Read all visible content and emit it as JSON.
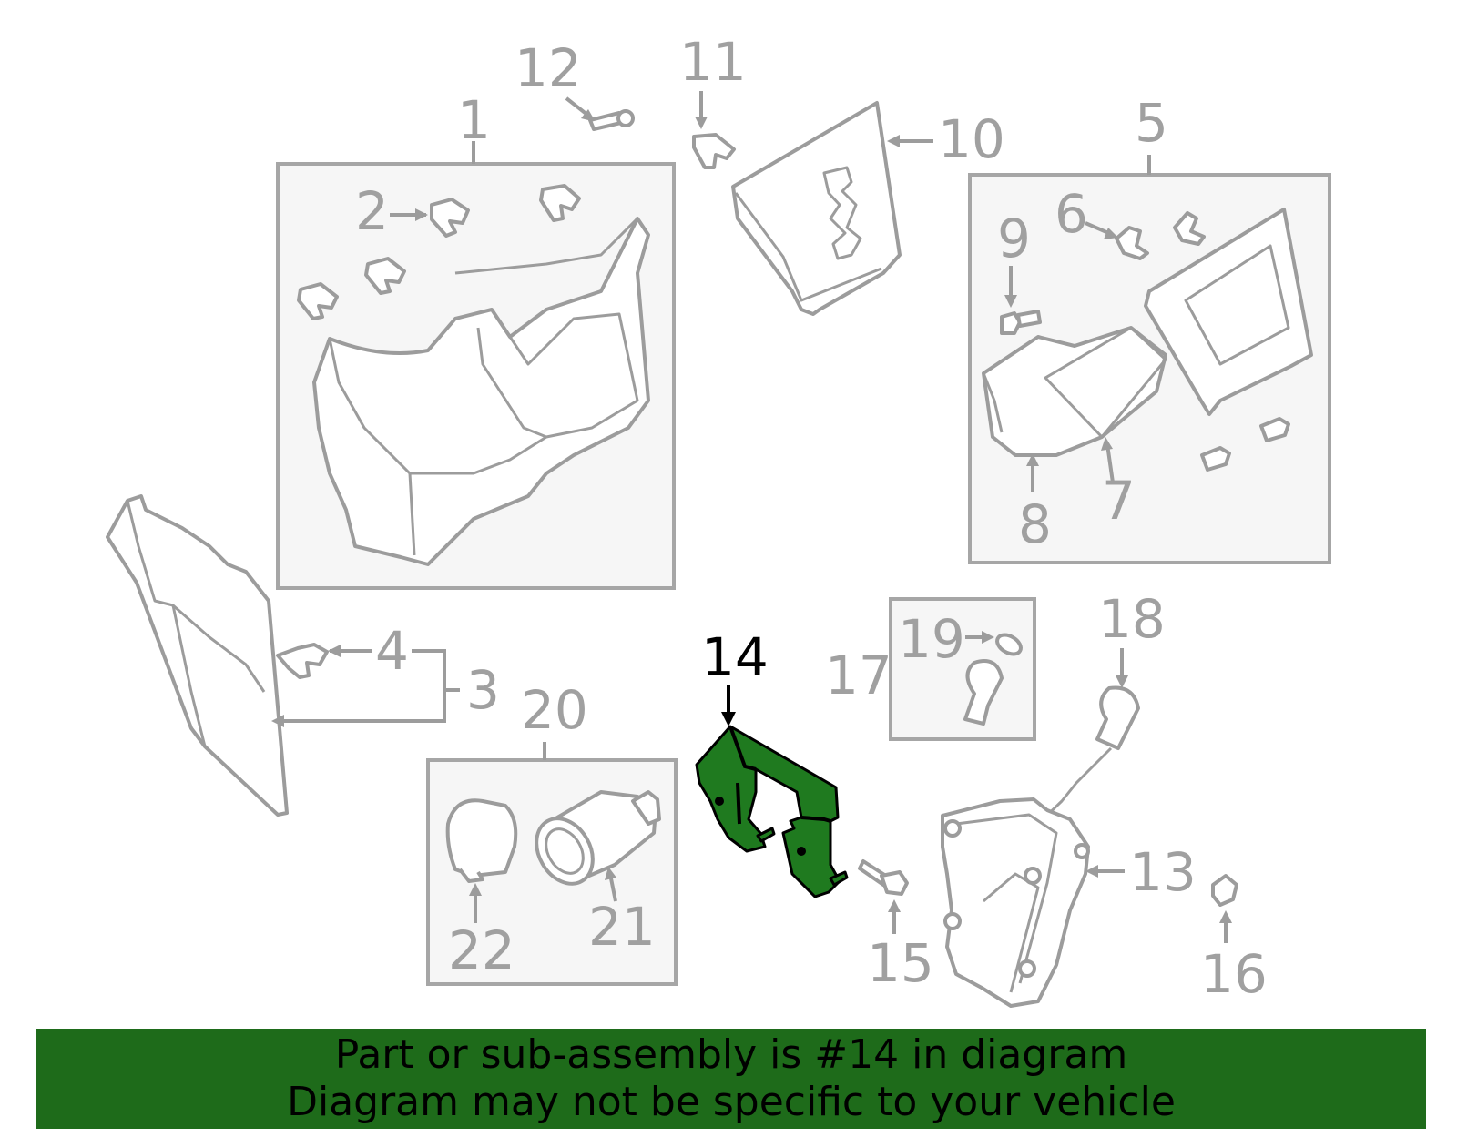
{
  "callouts": {
    "c1": "1",
    "c2": "2",
    "c3": "3",
    "c4": "4",
    "c5": "5",
    "c6": "6",
    "c7": "7",
    "c8": "8",
    "c9": "9",
    "c10": "10",
    "c11": "11",
    "c12": "12",
    "c13": "13",
    "c14": "14",
    "c15": "15",
    "c16": "16",
    "c17": "17",
    "c18": "18",
    "c19": "19",
    "c20": "20",
    "c21": "21",
    "c22": "22"
  },
  "highlighted_part": "14",
  "colors": {
    "highlight": "#1f7a1f",
    "banner": "#1e6b1a",
    "line_art": "#9c9c9c"
  },
  "banner": {
    "line1": "Part or sub-assembly is #14 in diagram",
    "line2": "Diagram may not be specific to your vehicle"
  }
}
